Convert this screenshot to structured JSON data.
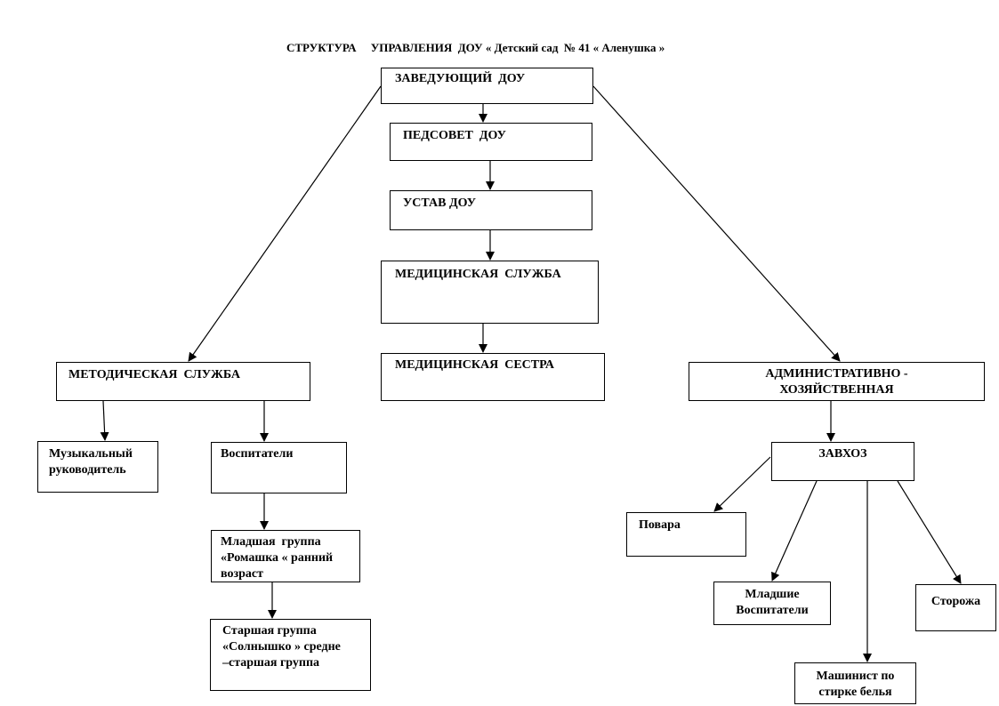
{
  "title": "СТРУКТУРА     УПРАВЛЕНИЯ  ДОУ « Детский сад  № 41 « Аленушка »",
  "nodes": {
    "head": "ЗАВЕДУЮЩИЙ  ДОУ",
    "pedsovet": "ПЕДСОВЕТ  ДОУ",
    "ustav": "УСТАВ ДОУ",
    "med_service": "МЕДИЦИНСКАЯ  СЛУЖБА",
    "med_sister": "МЕДИЦИНСКАЯ  СЕСТРА",
    "method_service": "МЕТОДИЧЕСКАЯ  СЛУЖБА",
    "admin": "АДМИНИСТРАТИВНО -\nХОЗЯЙСТВЕННАЯ",
    "music": "Музыкальный\nруководитель",
    "teachers": "Воспитатели",
    "junior_group": "Младшая  группа\n«Ромашка « ранний\nвозраст",
    "senior_group": "Старшая группа\n«Солнышко » средне\n–старшая группа",
    "zavhoz": "ЗАВХОЗ",
    "cooks": "Повара",
    "junior_teachers": "Младшие\nВоспитатели",
    "guards": "Сторожа",
    "laundry": "Машинист по\nстирке белья"
  }
}
